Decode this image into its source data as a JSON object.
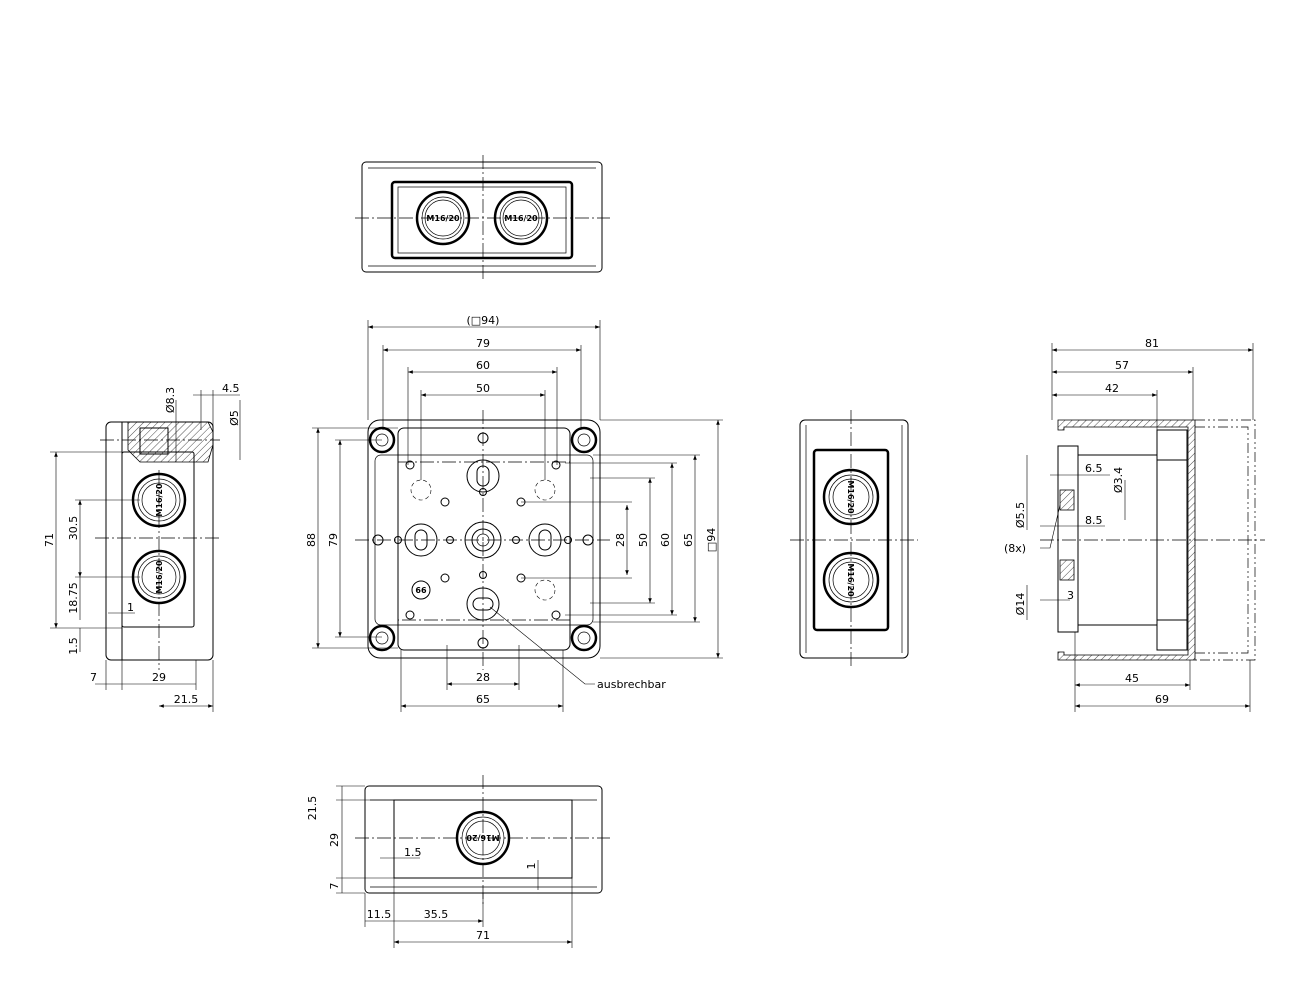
{
  "gland_label": "M16/20",
  "top_view": {
    "gland_left": "M16/20",
    "gland_right": "M16/20"
  },
  "front_view": {
    "dim_outer_square": "(□94)",
    "dim_79_h": "79",
    "dim_60_h": "60",
    "dim_50_h": "50",
    "dim_88_v": "88",
    "dim_79_v": "79",
    "dim_28_v": "28",
    "dim_50_v": "50",
    "dim_60_v": "60",
    "dim_65_v": "65",
    "dim_94_v": "□94",
    "dim_28_bottom": "28",
    "dim_65_bottom": "65",
    "knockout_label": "ausbrechbar",
    "hole_label": "66"
  },
  "left_view": {
    "dim_8_3": "Ø8.3",
    "dim_4_5": "4.5",
    "dim_5": "Ø5",
    "dim_71": "71",
    "dim_30_5": "30.5",
    "dim_18_75": "18.75",
    "dim_1_5": "1.5",
    "dim_1": "1",
    "dim_7": "7",
    "dim_29": "29",
    "dim_21_5": "21.5",
    "gland_top": "M16/20",
    "gland_bottom": "M16/20"
  },
  "side_view": {
    "gland_top": "M16/20",
    "gland_bottom": "M16/20"
  },
  "section_view": {
    "dim_81": "81",
    "dim_57": "57",
    "dim_42": "42",
    "dim_6_5": "6.5",
    "dim_3_4": "Ø3.4",
    "dim_5_5": "Ø5.5",
    "dim_8_5": "8.5",
    "count_8x": "(8x)",
    "dim_14": "Ø14",
    "dim_3": "3",
    "dim_45": "45",
    "dim_69": "69"
  },
  "bottom_view": {
    "dim_21_5": "21.5",
    "dim_29": "29",
    "dim_7": "7",
    "dim_1_5": "1.5",
    "dim_1": "1",
    "dim_11_5": "11.5",
    "dim_35_5": "35.5",
    "dim_71": "71",
    "gland": "M16/20"
  }
}
